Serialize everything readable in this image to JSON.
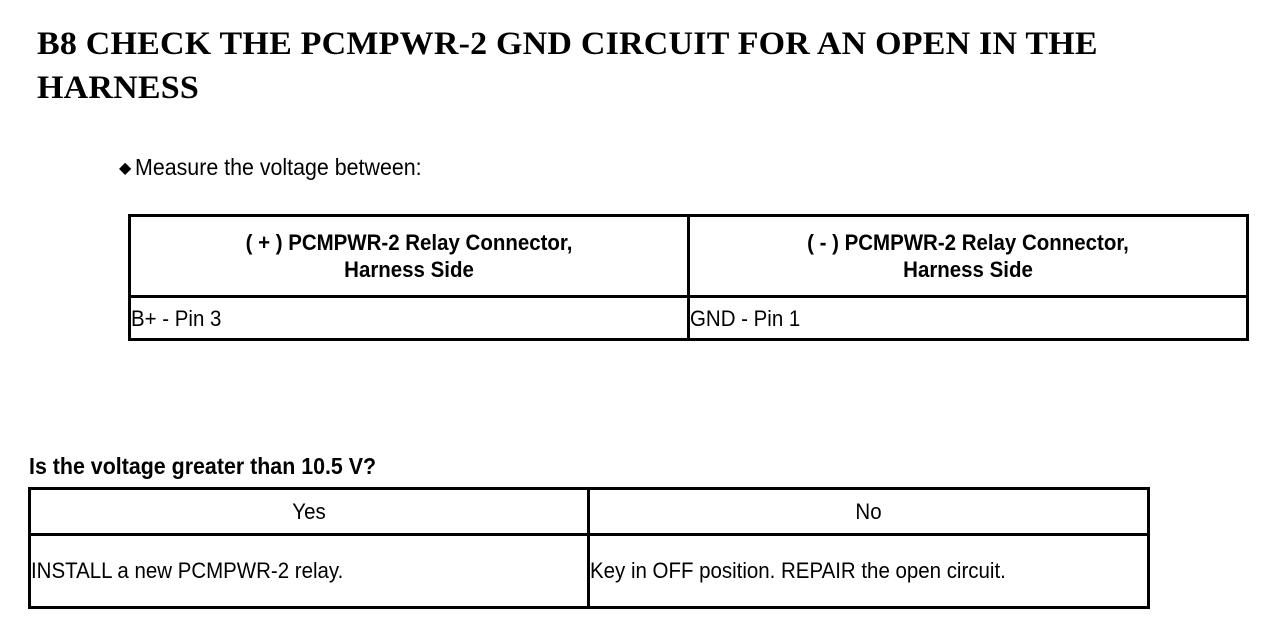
{
  "document": {
    "title": "B8 CHECK THE PCMPWR-2 GND CIRCUIT FOR AN OPEN IN THE HARNESS",
    "instruction_bullet": "◆",
    "instruction": "Measure the voltage between:"
  },
  "measure_table": {
    "headers": [
      "( + ) PCMPWR-2 Relay Connector, Harness Side",
      "( - ) PCMPWR-2 Relay Connector, Harness Side"
    ],
    "header_lines": {
      "col_a_line1": "( + ) PCMPWR-2 Relay Connector,",
      "col_a_line2": "Harness Side",
      "col_b_line1": "( - ) PCMPWR-2 Relay Connector,",
      "col_b_line2": "Harness Side"
    },
    "row": {
      "positive": "B+ - Pin 3",
      "negative": "GND - Pin 1"
    }
  },
  "question": {
    "text": "Is the voltage greater than 10.5 V?",
    "threshold": "10.5 V"
  },
  "decision_table": {
    "headers": {
      "yes": "Yes",
      "no": "No"
    },
    "actions": {
      "yes": "INSTALL a new PCMPWR-2 relay.",
      "no": "Key in OFF position. REPAIR the open circuit."
    }
  },
  "colors": {
    "text": "#000000",
    "background": "#ffffff",
    "border": "#000000"
  }
}
